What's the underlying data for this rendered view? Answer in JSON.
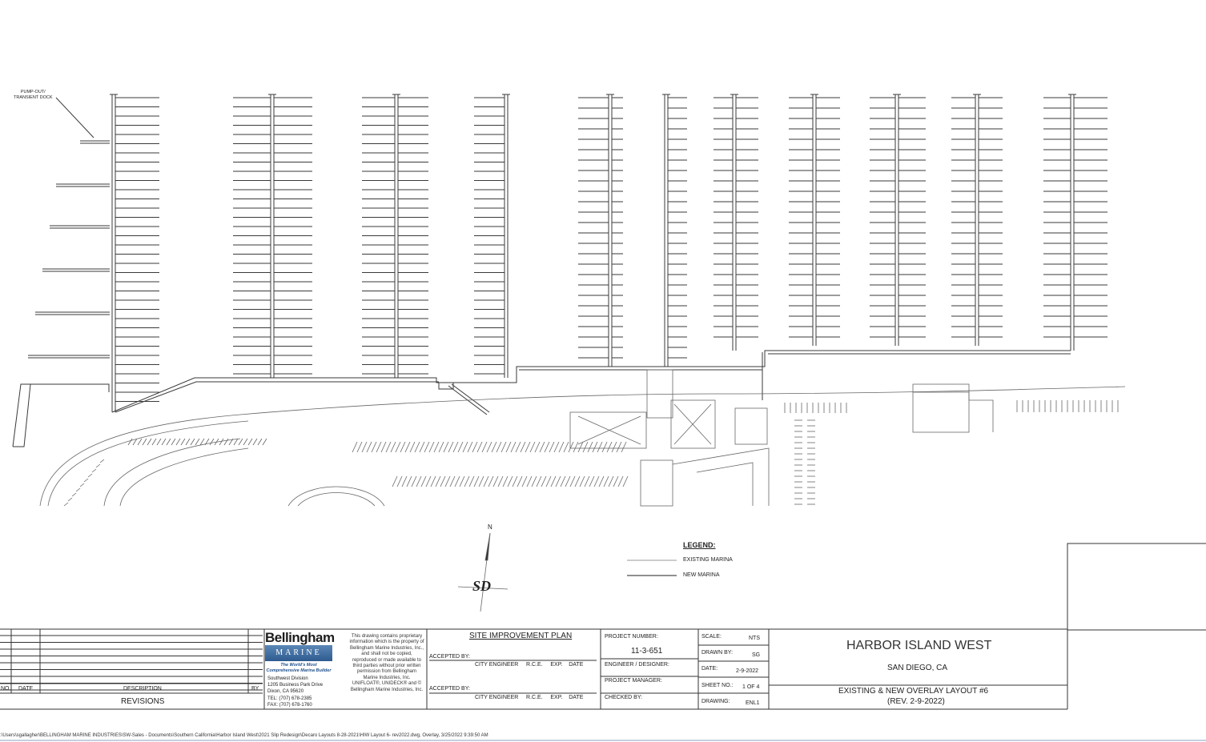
{
  "drawing": {
    "callout": "PUMP-OUT/\nTRANSIENT DOCK",
    "north_label": "N",
    "north_logo": "SD"
  },
  "legend": {
    "title": "LEGEND:",
    "existing": "EXISTING MARINA",
    "new": "NEW MARINA"
  },
  "revisions": {
    "col_no": "NO.",
    "col_date": "DATE",
    "col_description": "DESCRIPTION",
    "col_by": "BY",
    "title": "REVISIONS"
  },
  "company": {
    "logo_word": "Bellingham",
    "logo_bar": "MARINE",
    "tagline": "The World's Most Comprehensive Marina Builder",
    "division": "Southwest Division",
    "address1": "1205 Business Park Drive",
    "address2": "Dixon, CA 95620",
    "tel": "TEL:  (707) 678-2385",
    "fax": "FAX:  (707) 678-1760",
    "notice": "This drawing contains proprietary information which is the property of Bellingham Marine Industries, Inc., and shall not be copied, reproduced or made available to third parties without prior written permission from Bellingham Marine Industries, Inc. UNIFLOAT®, UNIDECK® and © Bellingham Marine Industries, Inc."
  },
  "approval": {
    "title": "SITE IMPROVEMENT PLAN",
    "accepted_by_1": "ACCEPTED BY:",
    "accepted_by_2": "ACCEPTED BY:",
    "sig_fields": "CITY ENGINEER     R.C.E.     EXP.    DATE",
    "sig_fields_2": "CITY ENGINEER     R.C.E.     EXP.    DATE"
  },
  "project": {
    "number_label": "PROJECT NUMBER:",
    "number": "11-3-651",
    "engineer_label": "ENGINEER / DESIGNER:",
    "manager_label": "PROJECT MANAGER:",
    "checked_label": "CHECKED BY:",
    "scale_label": "SCALE:",
    "scale": "NTS",
    "drawn_label": "DRAWN BY:",
    "drawn": "SG",
    "date_label": "DATE:",
    "date": "2-9-2022",
    "sheet_label": "SHEET NO.:",
    "sheet": "1 OF 4",
    "drawing_label": "DRAWING:",
    "drawing": "ENL1"
  },
  "title_block": {
    "name": "HARBOR ISLAND WEST",
    "location": "SAN DIEGO, CA",
    "sheet_title": "EXISTING & NEW OVERLAY LAYOUT #6",
    "revision": "(REV. 2-9-2022)"
  },
  "footer": {
    "path": ":\\Users\\sgallagher\\BELLINGHAM MARINE INDUSTRIES\\SW-Sales - Documents\\Southern California\\Harbor Island West\\2021 Slip Redesign\\Decaro Layouts 8-28-2021\\HIW Layout 6- rev2022.dwg, Overlay, 3/25/2022 9:39:50 AM"
  },
  "colors": {
    "linework": "#3a3a3a",
    "logo_blue": "#2e5b8f"
  }
}
